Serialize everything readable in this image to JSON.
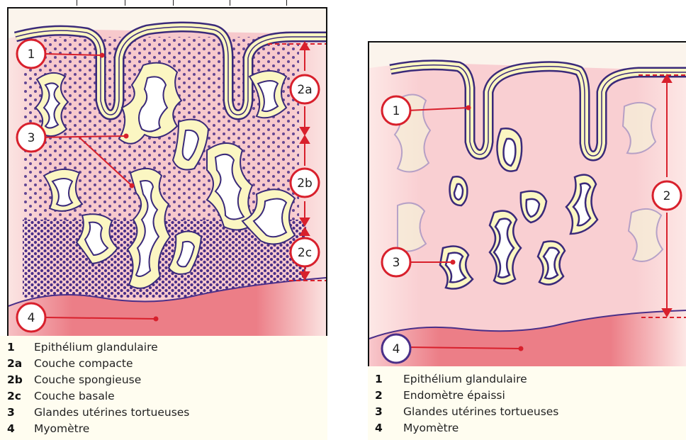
{
  "left_panel": {
    "callouts": [
      "1",
      "3",
      "4",
      "2a",
      "2b",
      "2c"
    ],
    "legend": [
      {
        "num": "1",
        "text": "Epithélium glandulaire"
      },
      {
        "num": "2a",
        "text": "Couche compacte"
      },
      {
        "num": "2b",
        "text": "Couche spongieuse"
      },
      {
        "num": "2c",
        "text": "Couche basale"
      },
      {
        "num": "3",
        "text": "Glandes utérines tortueuses"
      },
      {
        "num": "4",
        "text": "Myomètre"
      }
    ]
  },
  "right_panel": {
    "callouts": [
      "1",
      "2",
      "3",
      "4"
    ],
    "legend": [
      {
        "num": "1",
        "text": "Epithélium glandulaire"
      },
      {
        "num": "2",
        "text": "Endomètre épaissi"
      },
      {
        "num": "3",
        "text": "Glandes utérines tortueuses"
      },
      {
        "num": "4",
        "text": "Myomètre"
      }
    ]
  },
  "colors": {
    "stroma": "#f8d0d2",
    "myometrium": "#ec8088",
    "gland_epithelium": "#fbf6c2",
    "gland_outline": "#3a2a7a",
    "callout_red": "#d8202c",
    "nuclei": "#4a2f88"
  }
}
